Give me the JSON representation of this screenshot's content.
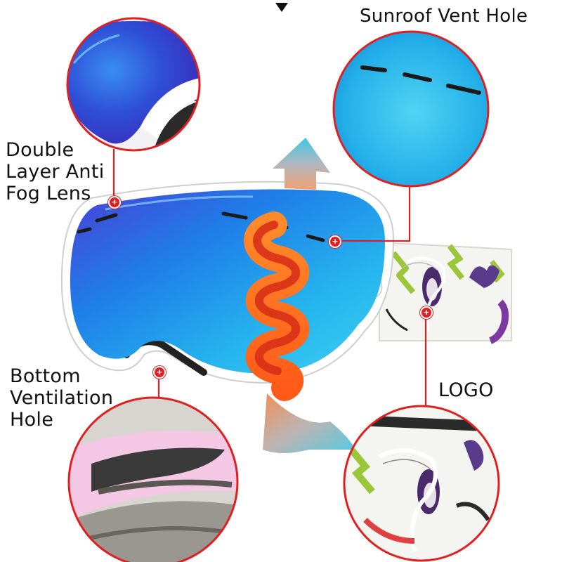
{
  "labels": {
    "double_layer": [
      "Double",
      "Layer Anti",
      "Fog Lens"
    ],
    "sunroof": "Sunroof Vent Hole",
    "bottom": [
      "Bottom",
      "Ventilation",
      "Hole"
    ],
    "logo": "LOGO"
  },
  "marker_symbol": "+",
  "colors": {
    "callout_ring": "#e02020",
    "lens_blue": "#1aa3ea",
    "lens_deep": "#3b3fd8",
    "frame_white": "#ffffff",
    "airflow_orange": "#ff6a1a",
    "airflow_red": "#e0281a",
    "arrow_teal": "#5ec8d8"
  },
  "icons": [
    "down-triangle-icon",
    "callout-marker-icon"
  ]
}
